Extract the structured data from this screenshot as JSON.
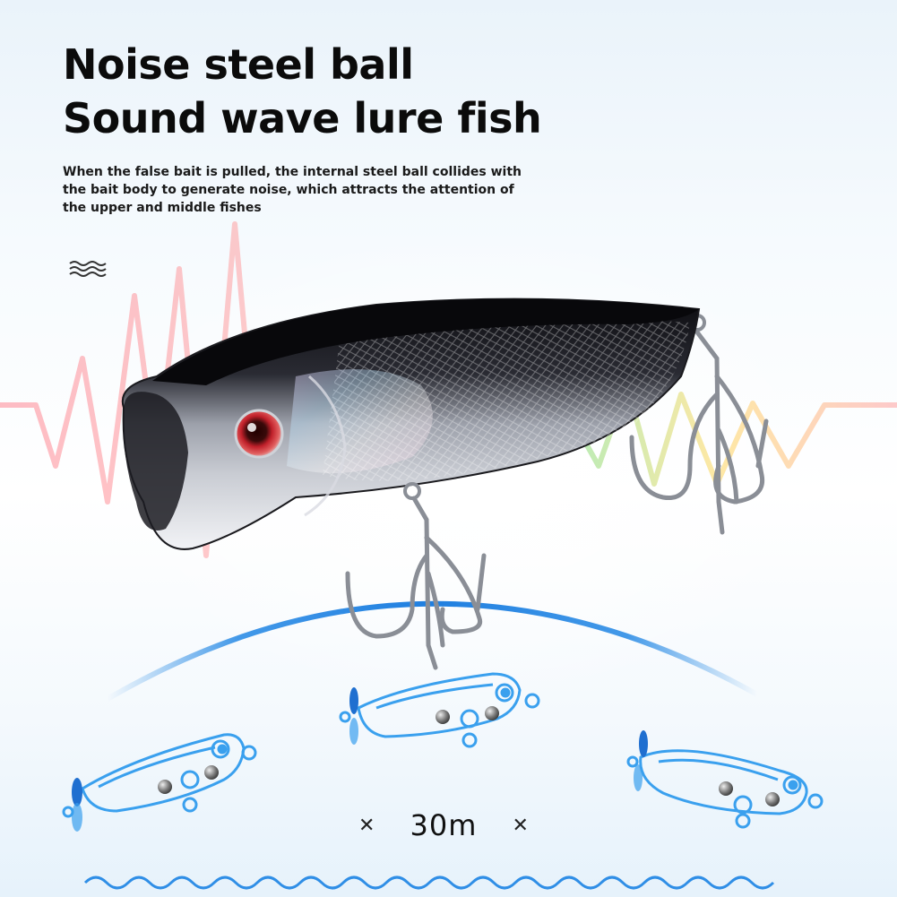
{
  "headline": {
    "line1": "Noise steel ball",
    "line2": "Sound wave lure fish"
  },
  "description": {
    "line1": "When the false bait is pulled, the internal steel ball collides with",
    "line2": "the bait body to generate noise, which attracts the attention of",
    "line3": "the upper and middle fishes"
  },
  "distance": {
    "value": "30m",
    "left_marker": "✕",
    "right_marker": "✕"
  },
  "colors": {
    "accent_blue": "#2f8ee6",
    "outline_blue": "#3aa0ee",
    "lure_dark": "#0d0d10",
    "lure_silver": "#b9bcc4",
    "eye_red": "#c0202a"
  },
  "icons": [
    "wave-lines-icon",
    "sound-wave-graphic",
    "propeller-icon",
    "steel-ball-icon"
  ]
}
